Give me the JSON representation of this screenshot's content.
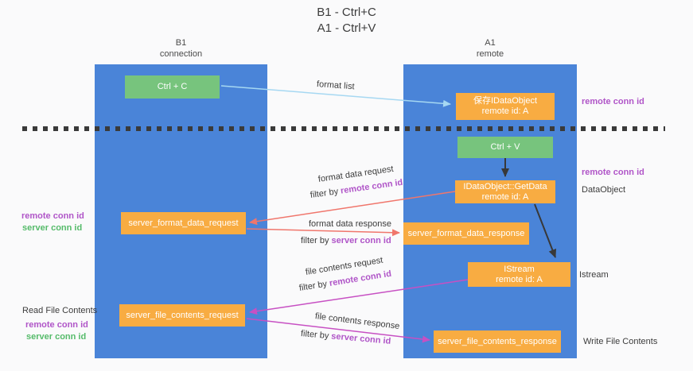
{
  "title": {
    "line1": "B1 - Ctrl+C",
    "line2": "A1 - Ctrl+V"
  },
  "lanes": {
    "left": {
      "title": "B1",
      "subtitle": "connection"
    },
    "right": {
      "title": "A1",
      "subtitle": "remote"
    }
  },
  "nodes": {
    "ctrl_c": {
      "label": "Ctrl + C"
    },
    "ctrl_v": {
      "label": "Ctrl + V"
    },
    "save_idataobject": {
      "line1": "保存IDataObject",
      "line2": "remote id: A"
    },
    "idataobject_getdata": {
      "line1": "IDataObject::GetData",
      "line2": "remote id: A"
    },
    "istream": {
      "line1": "IStream",
      "line2": "remote id: A"
    },
    "server_format_data_request": {
      "label": "server_format_data_request"
    },
    "server_format_data_response": {
      "label": "server_format_data_response"
    },
    "server_file_contents_request": {
      "label": "server_file_contents_request"
    },
    "server_file_contents_response": {
      "label": "server_file_contents_response"
    }
  },
  "edge_labels": {
    "format_list": "format list",
    "format_data_request": "format data request",
    "format_data_response": "format data response",
    "file_contents_request": "file contents request",
    "file_contents_response": "file contents response",
    "filter_by": "filter by",
    "remote_conn_id": "remote conn id",
    "server_conn_id": "server conn id"
  },
  "annotations": {
    "remote_conn_id": "remote conn id",
    "server_conn_id": "server conn id",
    "dataobject": "DataObject",
    "istream": "Istream",
    "read_file_contents": "Read File Contents",
    "write_file_contents": "Write File Contents"
  },
  "colors": {
    "lane_blue": "#4A84D8",
    "node_orange": "#F8AC42",
    "node_green": "#77C47D",
    "purple_text": "#B055C8",
    "green_text": "#55BB6A",
    "arrow_red": "#F0766C",
    "arrow_magenta": "#C750C3",
    "arrow_blue": "#A6D8F2",
    "arrow_black": "#383838",
    "text_dark": "#3C3C3C"
  }
}
